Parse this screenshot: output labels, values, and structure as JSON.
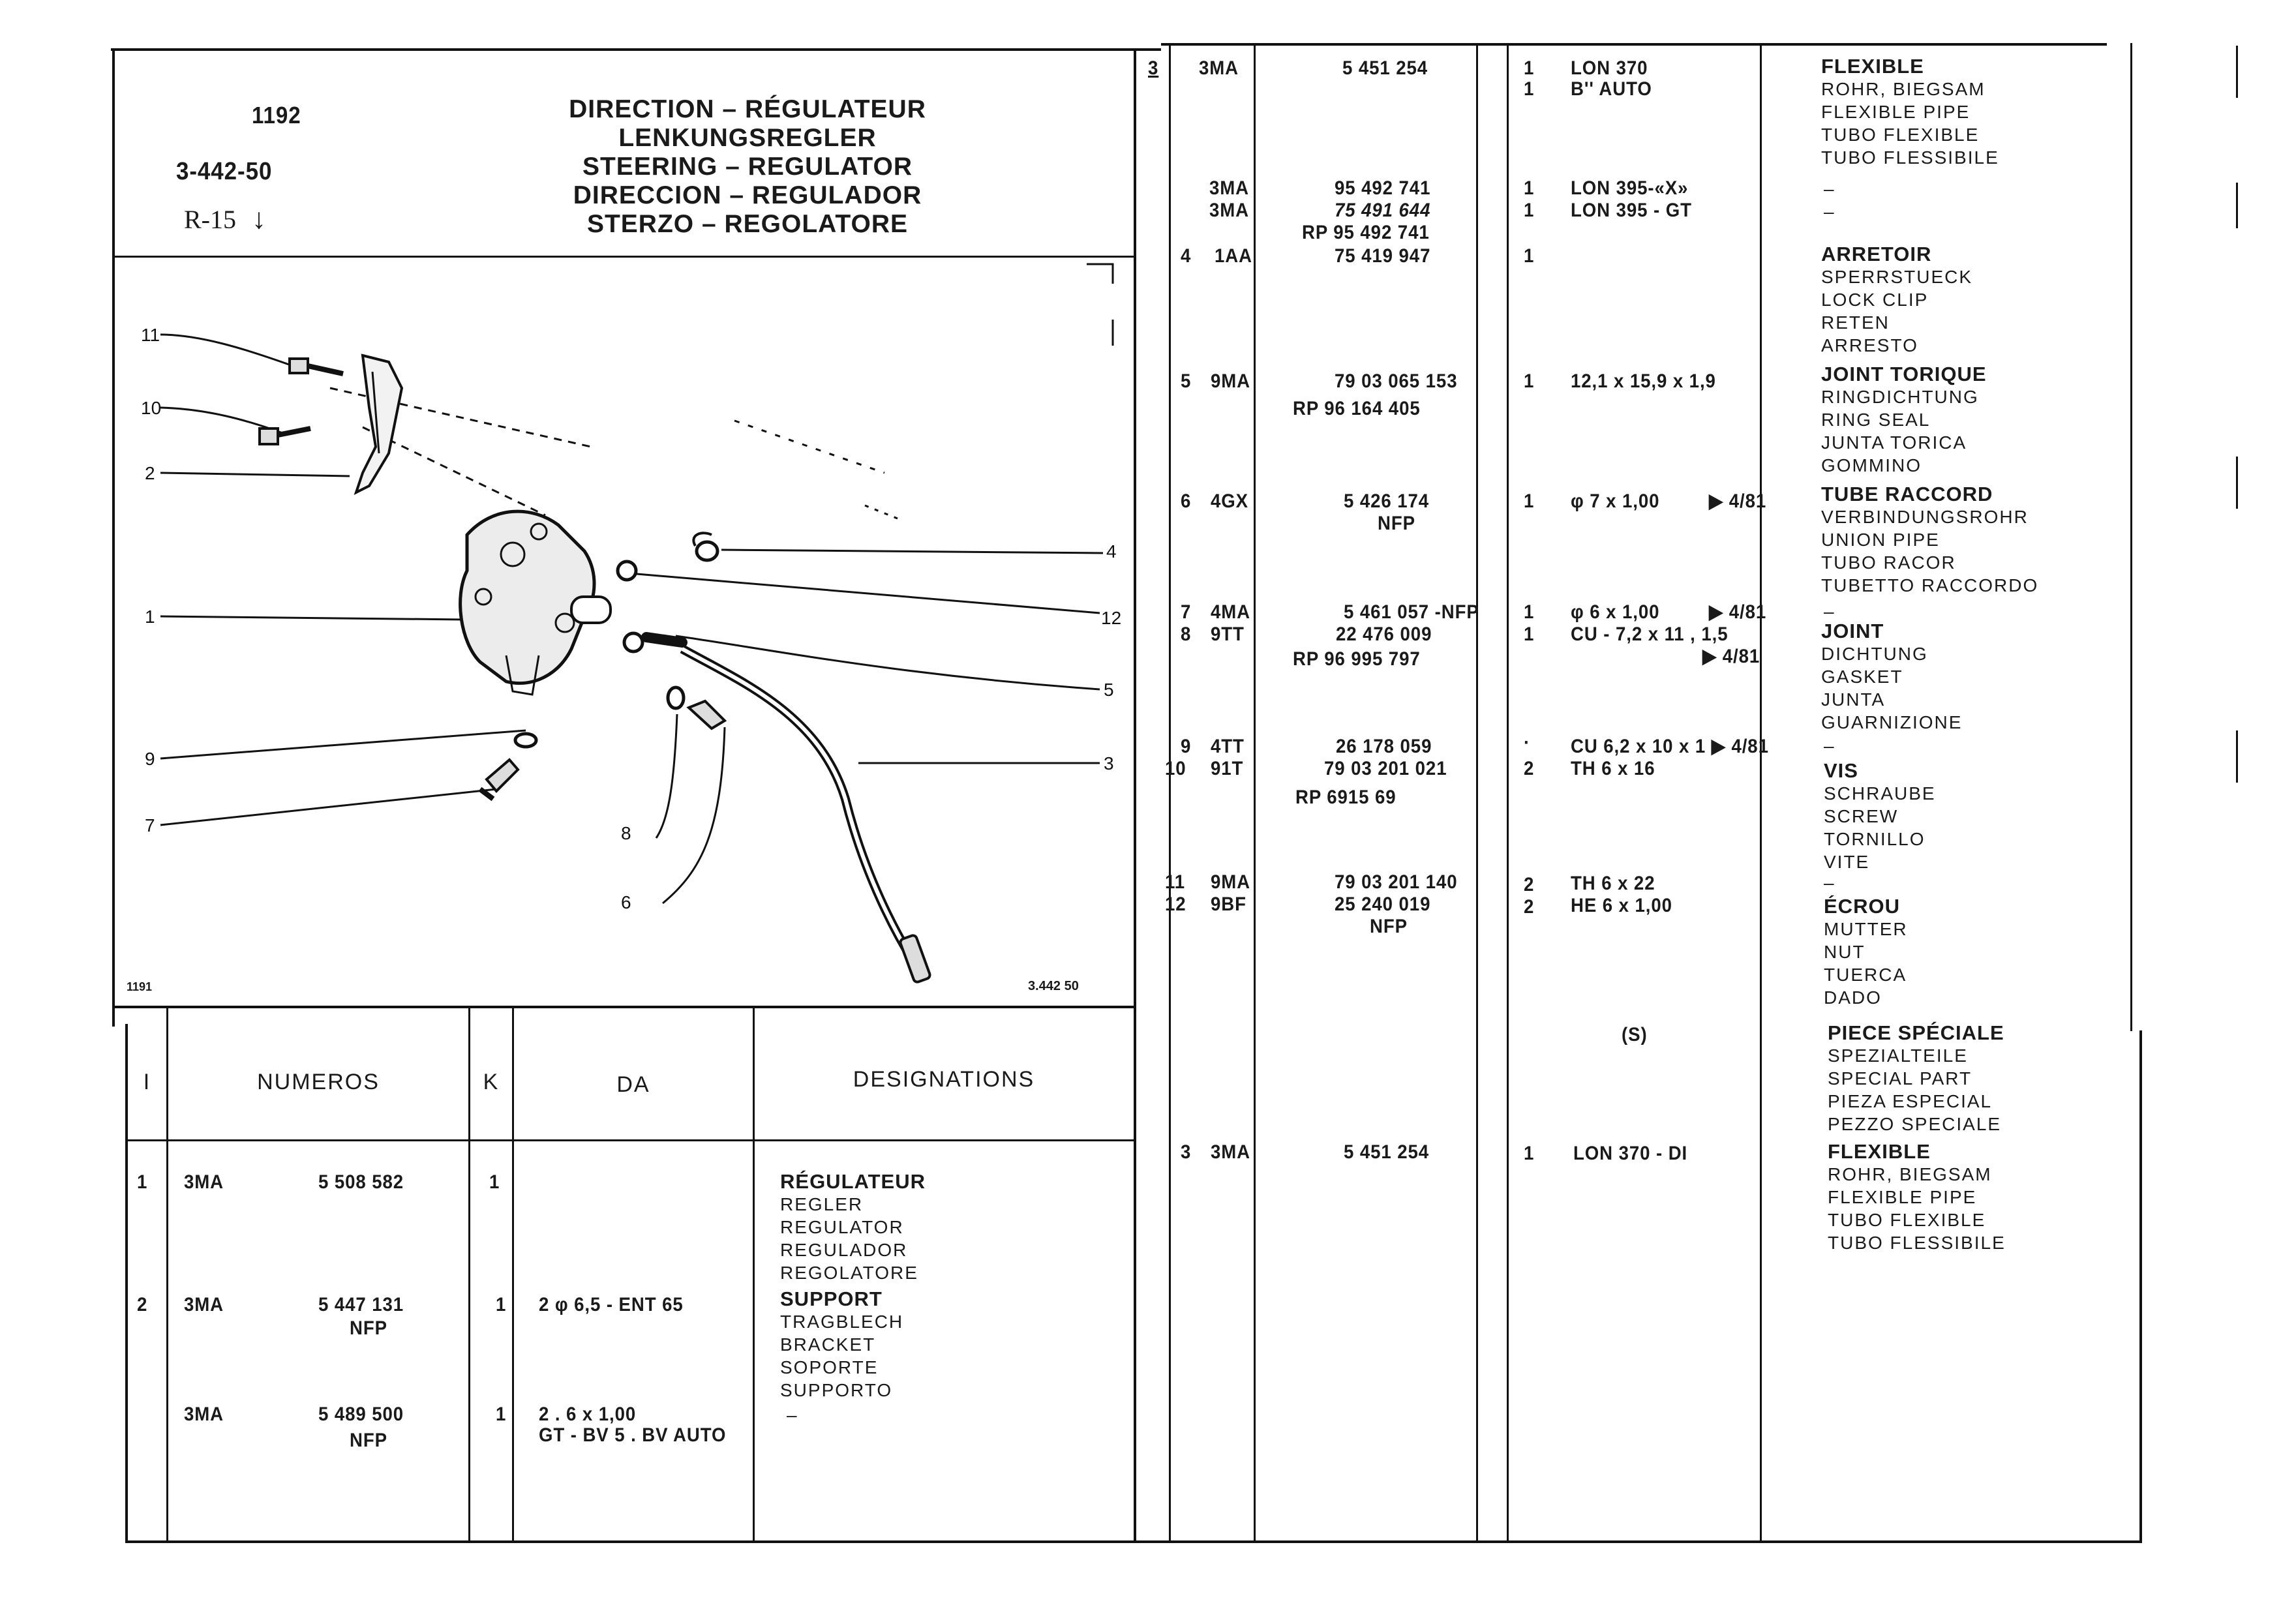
{
  "header": {
    "code": "1192",
    "ref": "3-442-50",
    "route": "R-15",
    "titles": [
      "DIRECTION – RÉGULATEUR",
      "LENKUNGSREGLER",
      "STEERING – REGULATOR",
      "DIRECCION – REGULADOR",
      "STERZO – REGOLATORE"
    ]
  },
  "diagram": {
    "id_left": "1191",
    "id_right": "3.442 50",
    "callouts_left": [
      "11",
      "10",
      "2",
      "1",
      "9",
      "7"
    ],
    "callouts_right": [
      "4",
      "12",
      "5",
      "3"
    ],
    "callouts_bottom": [
      "8",
      "6"
    ]
  },
  "table_headers": {
    "col_i": "I",
    "col_numeros": "NUMEROS",
    "col_k": "K",
    "col_da": "DA",
    "col_designations": "DESIGNATIONS"
  },
  "left_rows": [
    {
      "i": "1",
      "grp": "3MA",
      "num": "5 508 582",
      "num2": "",
      "k": "1",
      "da": "",
      "da2": "",
      "designations": [
        "RÉGULATEUR",
        "REGLER",
        "REGULATOR",
        "REGULADOR",
        "REGOLATORE"
      ]
    },
    {
      "i": "2",
      "grp": "3MA",
      "num": "5 447 131",
      "num2": "NFP",
      "k": "1",
      "da": "2 φ 6,5 - ENT 65",
      "da2": "",
      "designations": [
        "SUPPORT",
        "TRAGBLECH",
        "BRACKET",
        "SOPORTE",
        "SUPPORTO"
      ]
    },
    {
      "i": "",
      "grp": "3MA",
      "num": "5 489 500",
      "num2": "NFP",
      "k": "1",
      "da": "2 . 6 x 1,00",
      "da2": "GT - BV 5 . BV AUTO",
      "designations": [
        "–"
      ]
    }
  ],
  "right_rows": [
    {
      "i": "3",
      "grp": "3MA",
      "num": [
        "5 451 254"
      ],
      "k": [
        "1",
        "1"
      ],
      "da": [
        "LON 370",
        "B'' AUTO"
      ],
      "designations": [
        "FLEXIBLE",
        "ROHR, BIEGSAM",
        "FLEXIBLE PIPE",
        "TUBO FLEXIBLE",
        "TUBO FLESSIBILE"
      ]
    },
    {
      "i": "",
      "grp": "3MA|3MA",
      "num": [
        "95 492 741",
        "75 491 644",
        "RP 95 492 741"
      ],
      "k": [
        "1",
        "1"
      ],
      "da": [
        "LON 395-«X»",
        "LON 395 - GT"
      ],
      "designations": [
        "–",
        "–"
      ]
    },
    {
      "i": "4",
      "grp": "1AA",
      "num": [
        "75 419 947"
      ],
      "k": [
        "1"
      ],
      "da": [],
      "designations": [
        "ARRETOIR",
        "SPERRSTUECK",
        "LOCK CLIP",
        "RETEN",
        "ARRESTO"
      ]
    },
    {
      "i": "5",
      "grp": "9MA",
      "num": [
        "79 03 065 153",
        "RP 96 164 405"
      ],
      "k": [
        "1"
      ],
      "da": [
        "12,1 x 15,9 x 1,9"
      ],
      "designations": [
        "JOINT TORIQUE",
        "RINGDICHTUNG",
        "RING SEAL",
        "JUNTA TORICA",
        "GOMMINO"
      ]
    },
    {
      "i": "6",
      "grp": "4GX",
      "num": [
        "5 426 174",
        "NFP"
      ],
      "k": [
        "1"
      ],
      "da": [
        "φ 7 x 1,00",
        "▶ 4/81"
      ],
      "designations": [
        "TUBE RACCORD",
        "VERBINDUNGSROHR",
        "UNION PIPE",
        "TUBO RACOR",
        "TUBETTO RACCORDO"
      ]
    },
    {
      "i": "7",
      "grp": "4MA",
      "num": [
        "5 461 057 -NFP"
      ],
      "k": [
        "1"
      ],
      "da": [
        "φ 6 x 1,00",
        "▶ 4/81"
      ],
      "designations": [
        "–"
      ]
    },
    {
      "i": "8",
      "grp": "9TT",
      "num": [
        "22 476 009",
        "RP 96 995 797"
      ],
      "k": [
        "1"
      ],
      "da": [
        "CU - 7,2 x 11 , 1,5",
        "▶ 4/81"
      ],
      "designations": [
        "JOINT",
        "DICHTUNG",
        "GASKET",
        "JUNTA",
        "GUARNIZIONE"
      ]
    },
    {
      "i": "9",
      "grp": "4TT",
      "num": [
        "26 178 059"
      ],
      "k": [
        "·"
      ],
      "da": [
        "CU 6,2 x 10 x 1 ▶ 4/81"
      ],
      "designations": [
        "–"
      ]
    },
    {
      "i": "10",
      "grp": "91T",
      "num": [
        "79 03 201 021",
        "RP 6915 69"
      ],
      "k": [
        "2"
      ],
      "da": [
        "TH 6 x 16"
      ],
      "designations": [
        "VIS",
        "SCHRAUBE",
        "SCREW",
        "TORNILLO",
        "VITE"
      ]
    },
    {
      "i": "11",
      "grp": "9MA",
      "num": [
        "79 03 201 140"
      ],
      "k": [
        "2"
      ],
      "da": [
        "TH 6 x 22"
      ],
      "designations": [
        "–"
      ]
    },
    {
      "i": "12",
      "grp": "9BF",
      "num": [
        "25 240 019",
        "NFP"
      ],
      "k": [
        "2"
      ],
      "da": [
        "HE 6 x 1,00"
      ],
      "designations": [
        "ÉCROU",
        "MUTTER",
        "NUT",
        "TUERCA",
        "DADO"
      ]
    },
    {
      "i": "",
      "grp": "",
      "num": [],
      "k": [],
      "da": [
        "(S)"
      ],
      "designations": [
        "PIECE SPÉCIALE",
        "SPEZIALTEILE",
        "SPECIAL PART",
        "PIEZA ESPECIAL",
        "PEZZO SPECIALE"
      ]
    },
    {
      "i": "3",
      "grp": "3MA",
      "num": [
        "5 451 254"
      ],
      "k": [
        "1"
      ],
      "da": [
        "LON 370 - DI"
      ],
      "designations": [
        "FLEXIBLE",
        "ROHR, BIEGSAM",
        "FLEXIBLE PIPE",
        "TUBO FLEXIBLE",
        "TUBO FLESSIBILE"
      ]
    }
  ]
}
